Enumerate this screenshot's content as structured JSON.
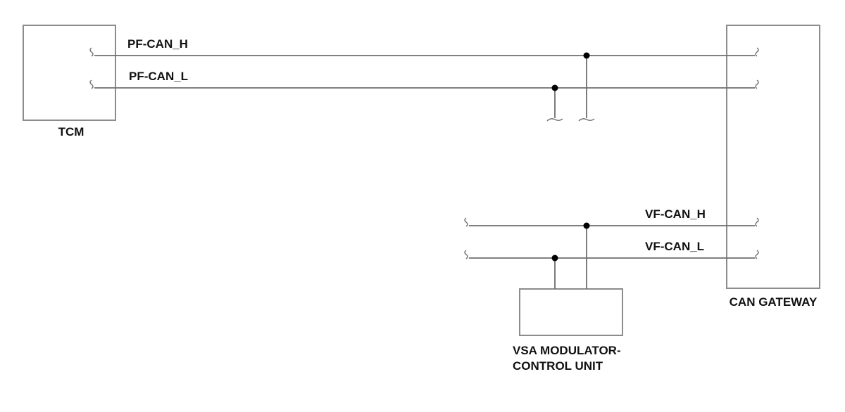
{
  "diagram": {
    "components": {
      "tcm": "TCM",
      "can_gateway": "CAN GATEWAY",
      "vsa_line1": "VSA MODULATOR-",
      "vsa_line2": "CONTROL UNIT"
    },
    "signals": {
      "pf_can_h": "PF-CAN_H",
      "pf_can_l": "PF-CAN_L",
      "vf_can_h": "VF-CAN_H",
      "vf_can_l": "VF-CAN_L"
    },
    "colors": {
      "box_stroke": "#8c8c8c",
      "wire": "#6e6e6e",
      "node": "#000000",
      "text": "#111111"
    }
  }
}
